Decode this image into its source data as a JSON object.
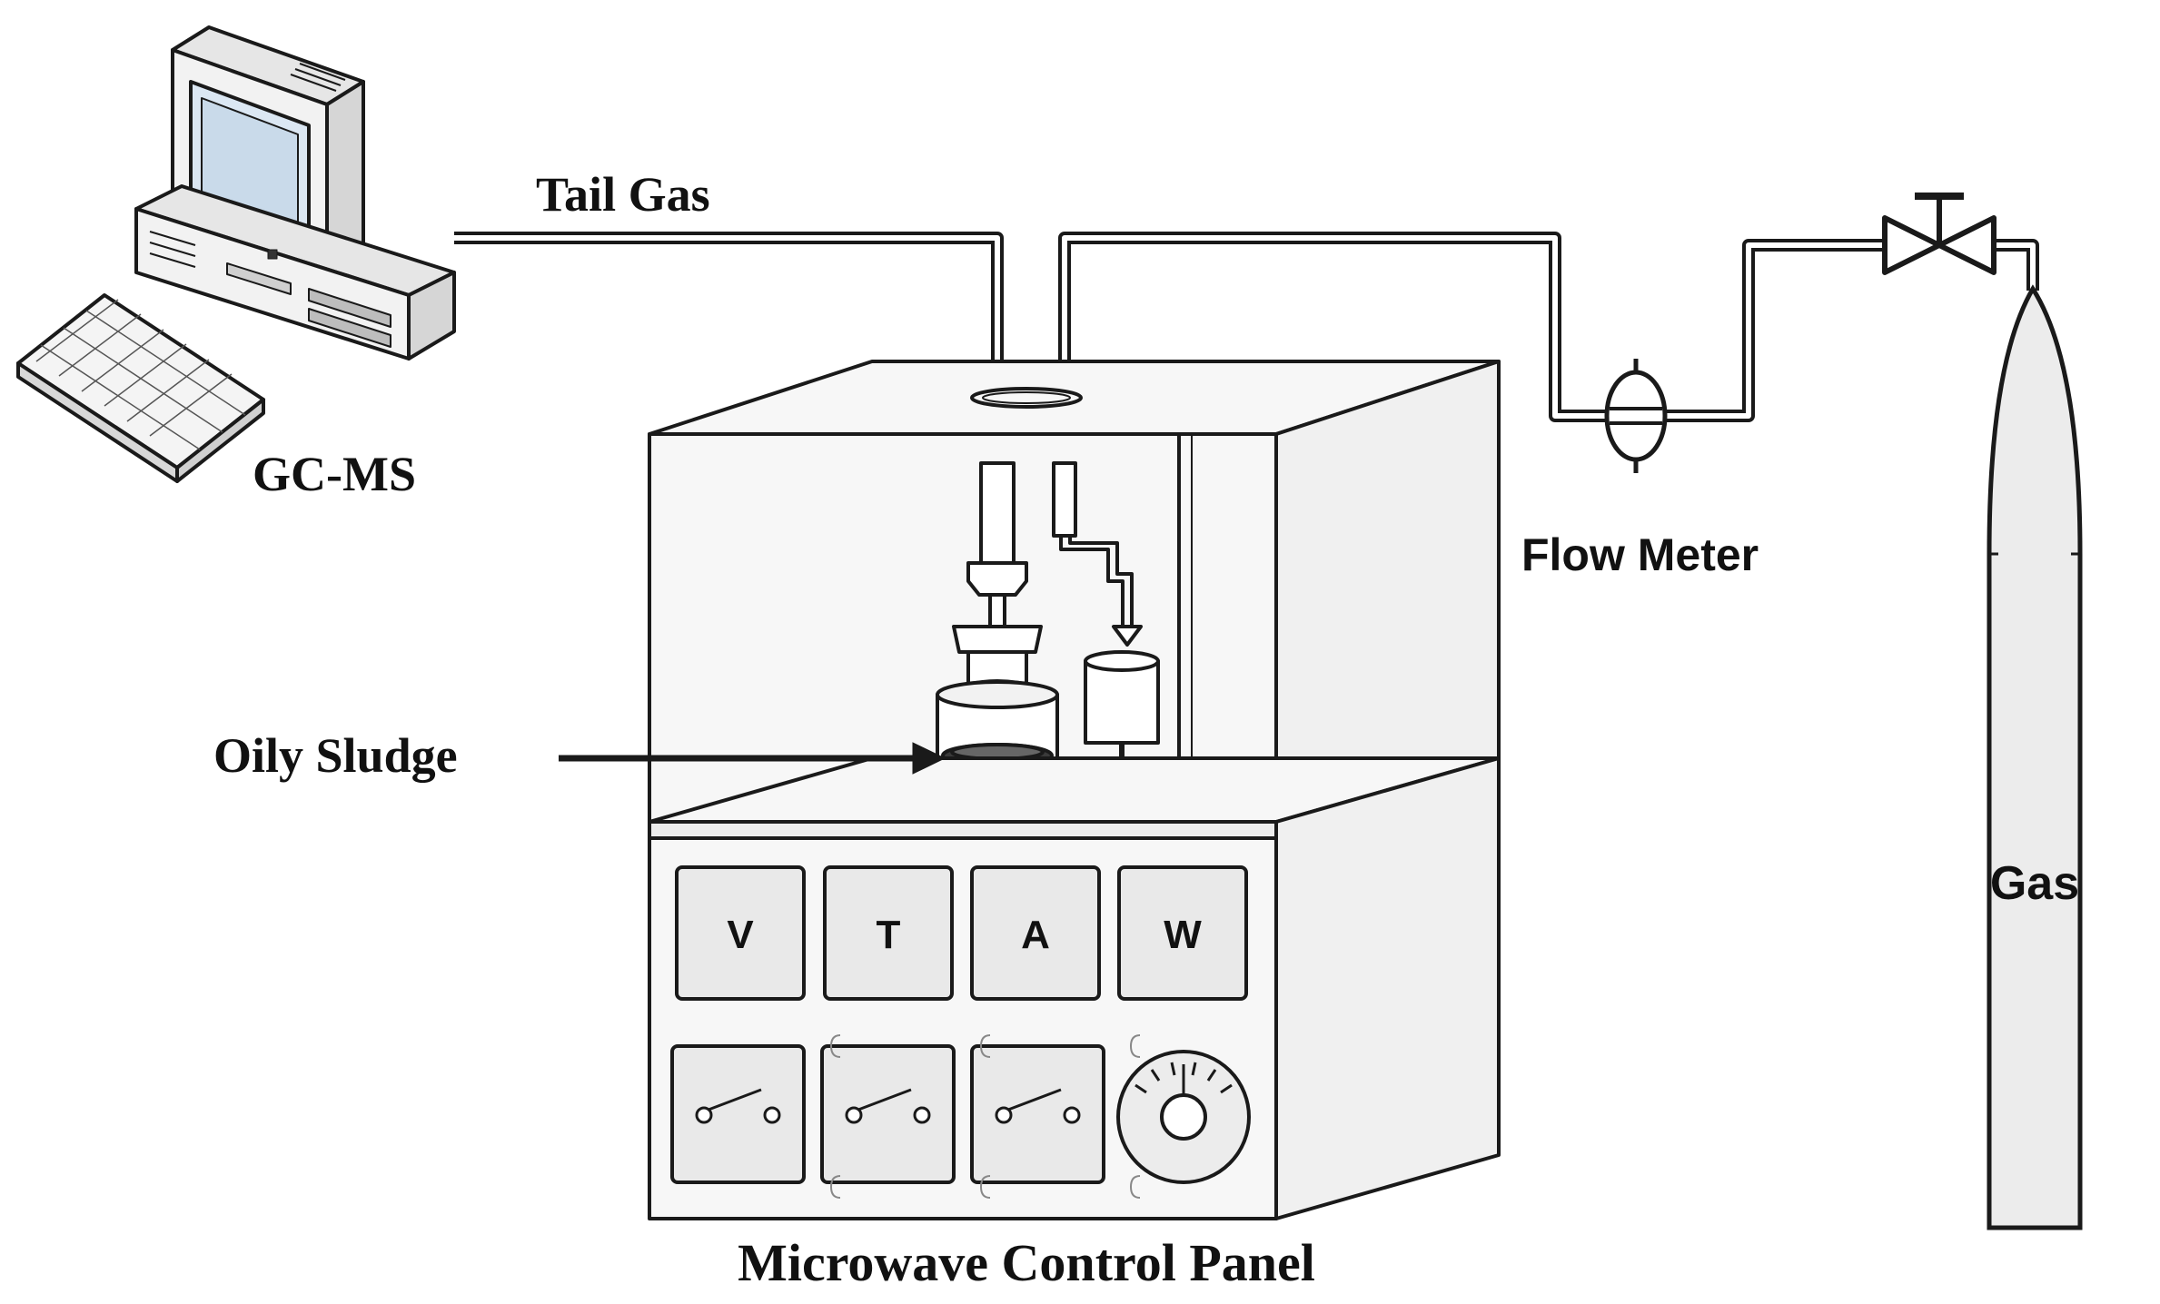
{
  "labels": {
    "tail_gas": "Tail Gas",
    "gc_ms": "GC-MS",
    "flow_meter": "Flow Meter",
    "oily_sludge": "Oily Sludge",
    "gas": "Gas",
    "microwave_control_panel": "Microwave Control Panel"
  },
  "meters": [
    "V",
    "T",
    "A",
    "W"
  ],
  "icons": [
    "computer-icon",
    "keyboard-icon",
    "flow-meter-icon",
    "valve-icon",
    "gas-cylinder-icon",
    "switch-icon",
    "dial-knob-icon"
  ],
  "colors": {
    "line": "#1a1a1a",
    "panel_fill": "#ebebeb",
    "screen_fill": "#dbe7f3",
    "background": "#ffffff"
  }
}
